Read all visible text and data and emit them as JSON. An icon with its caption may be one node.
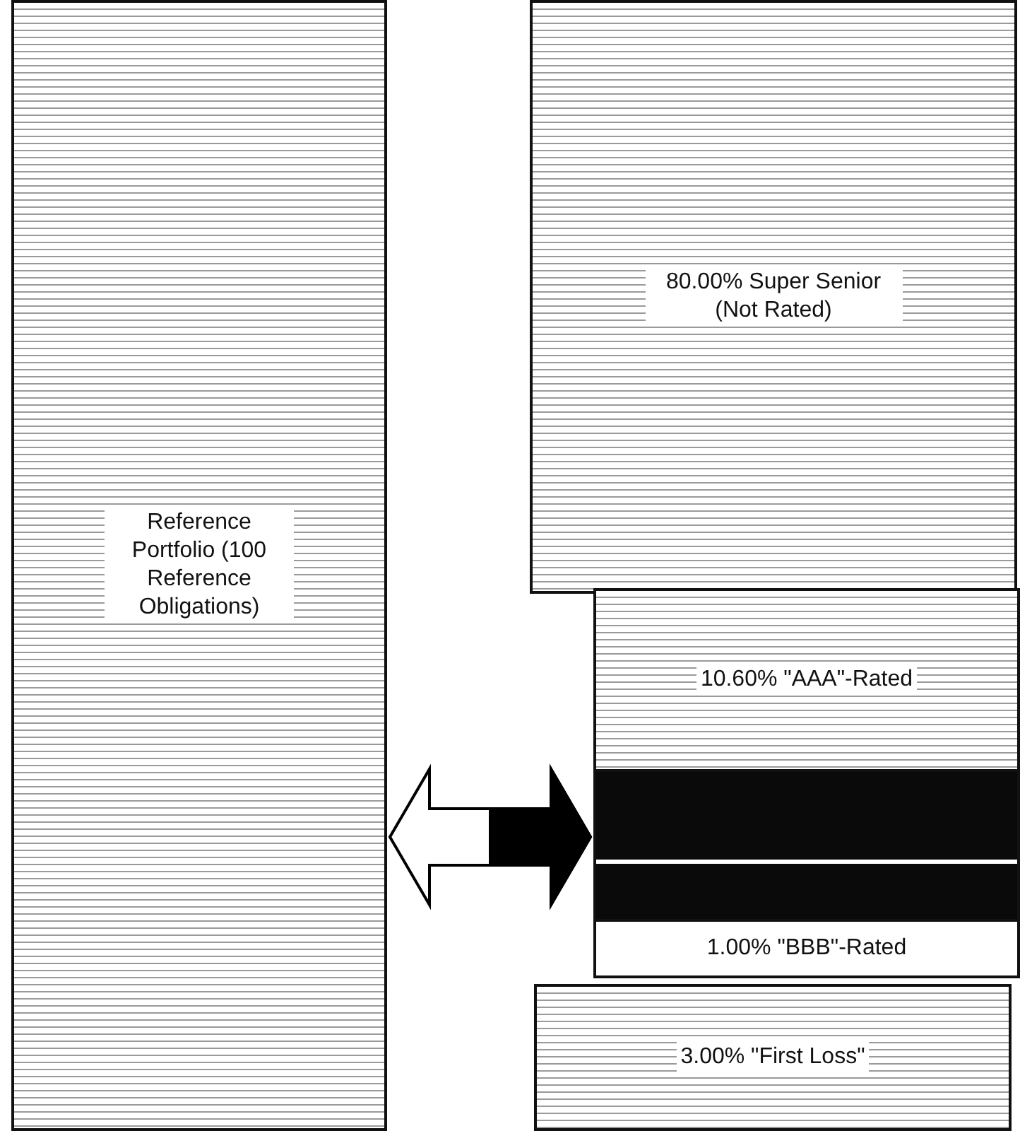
{
  "diagram": {
    "nodes": [
      {
        "text": [
          "Reference Portfolio (100 Reference Obligations)"
        ]
      },
      {
        "text": [
          "80.00% Super Senior (Not Rated)"
        ]
      },
      {
        "text": [
          "10.60% \"AAA\"-Rated"
        ]
      },
      {
        "text": [],
        "shape": "bar"
      },
      {
        "text": [
          "1.00% \"BBB\"-Rated"
        ]
      },
      {
        "text": [
          "3.00% \"First Loss\""
        ]
      }
    ],
    "edges": [
      {
        "from": 0,
        "to": 3,
        "arrow": "both",
        "style": "thick"
      }
    ]
  }
}
